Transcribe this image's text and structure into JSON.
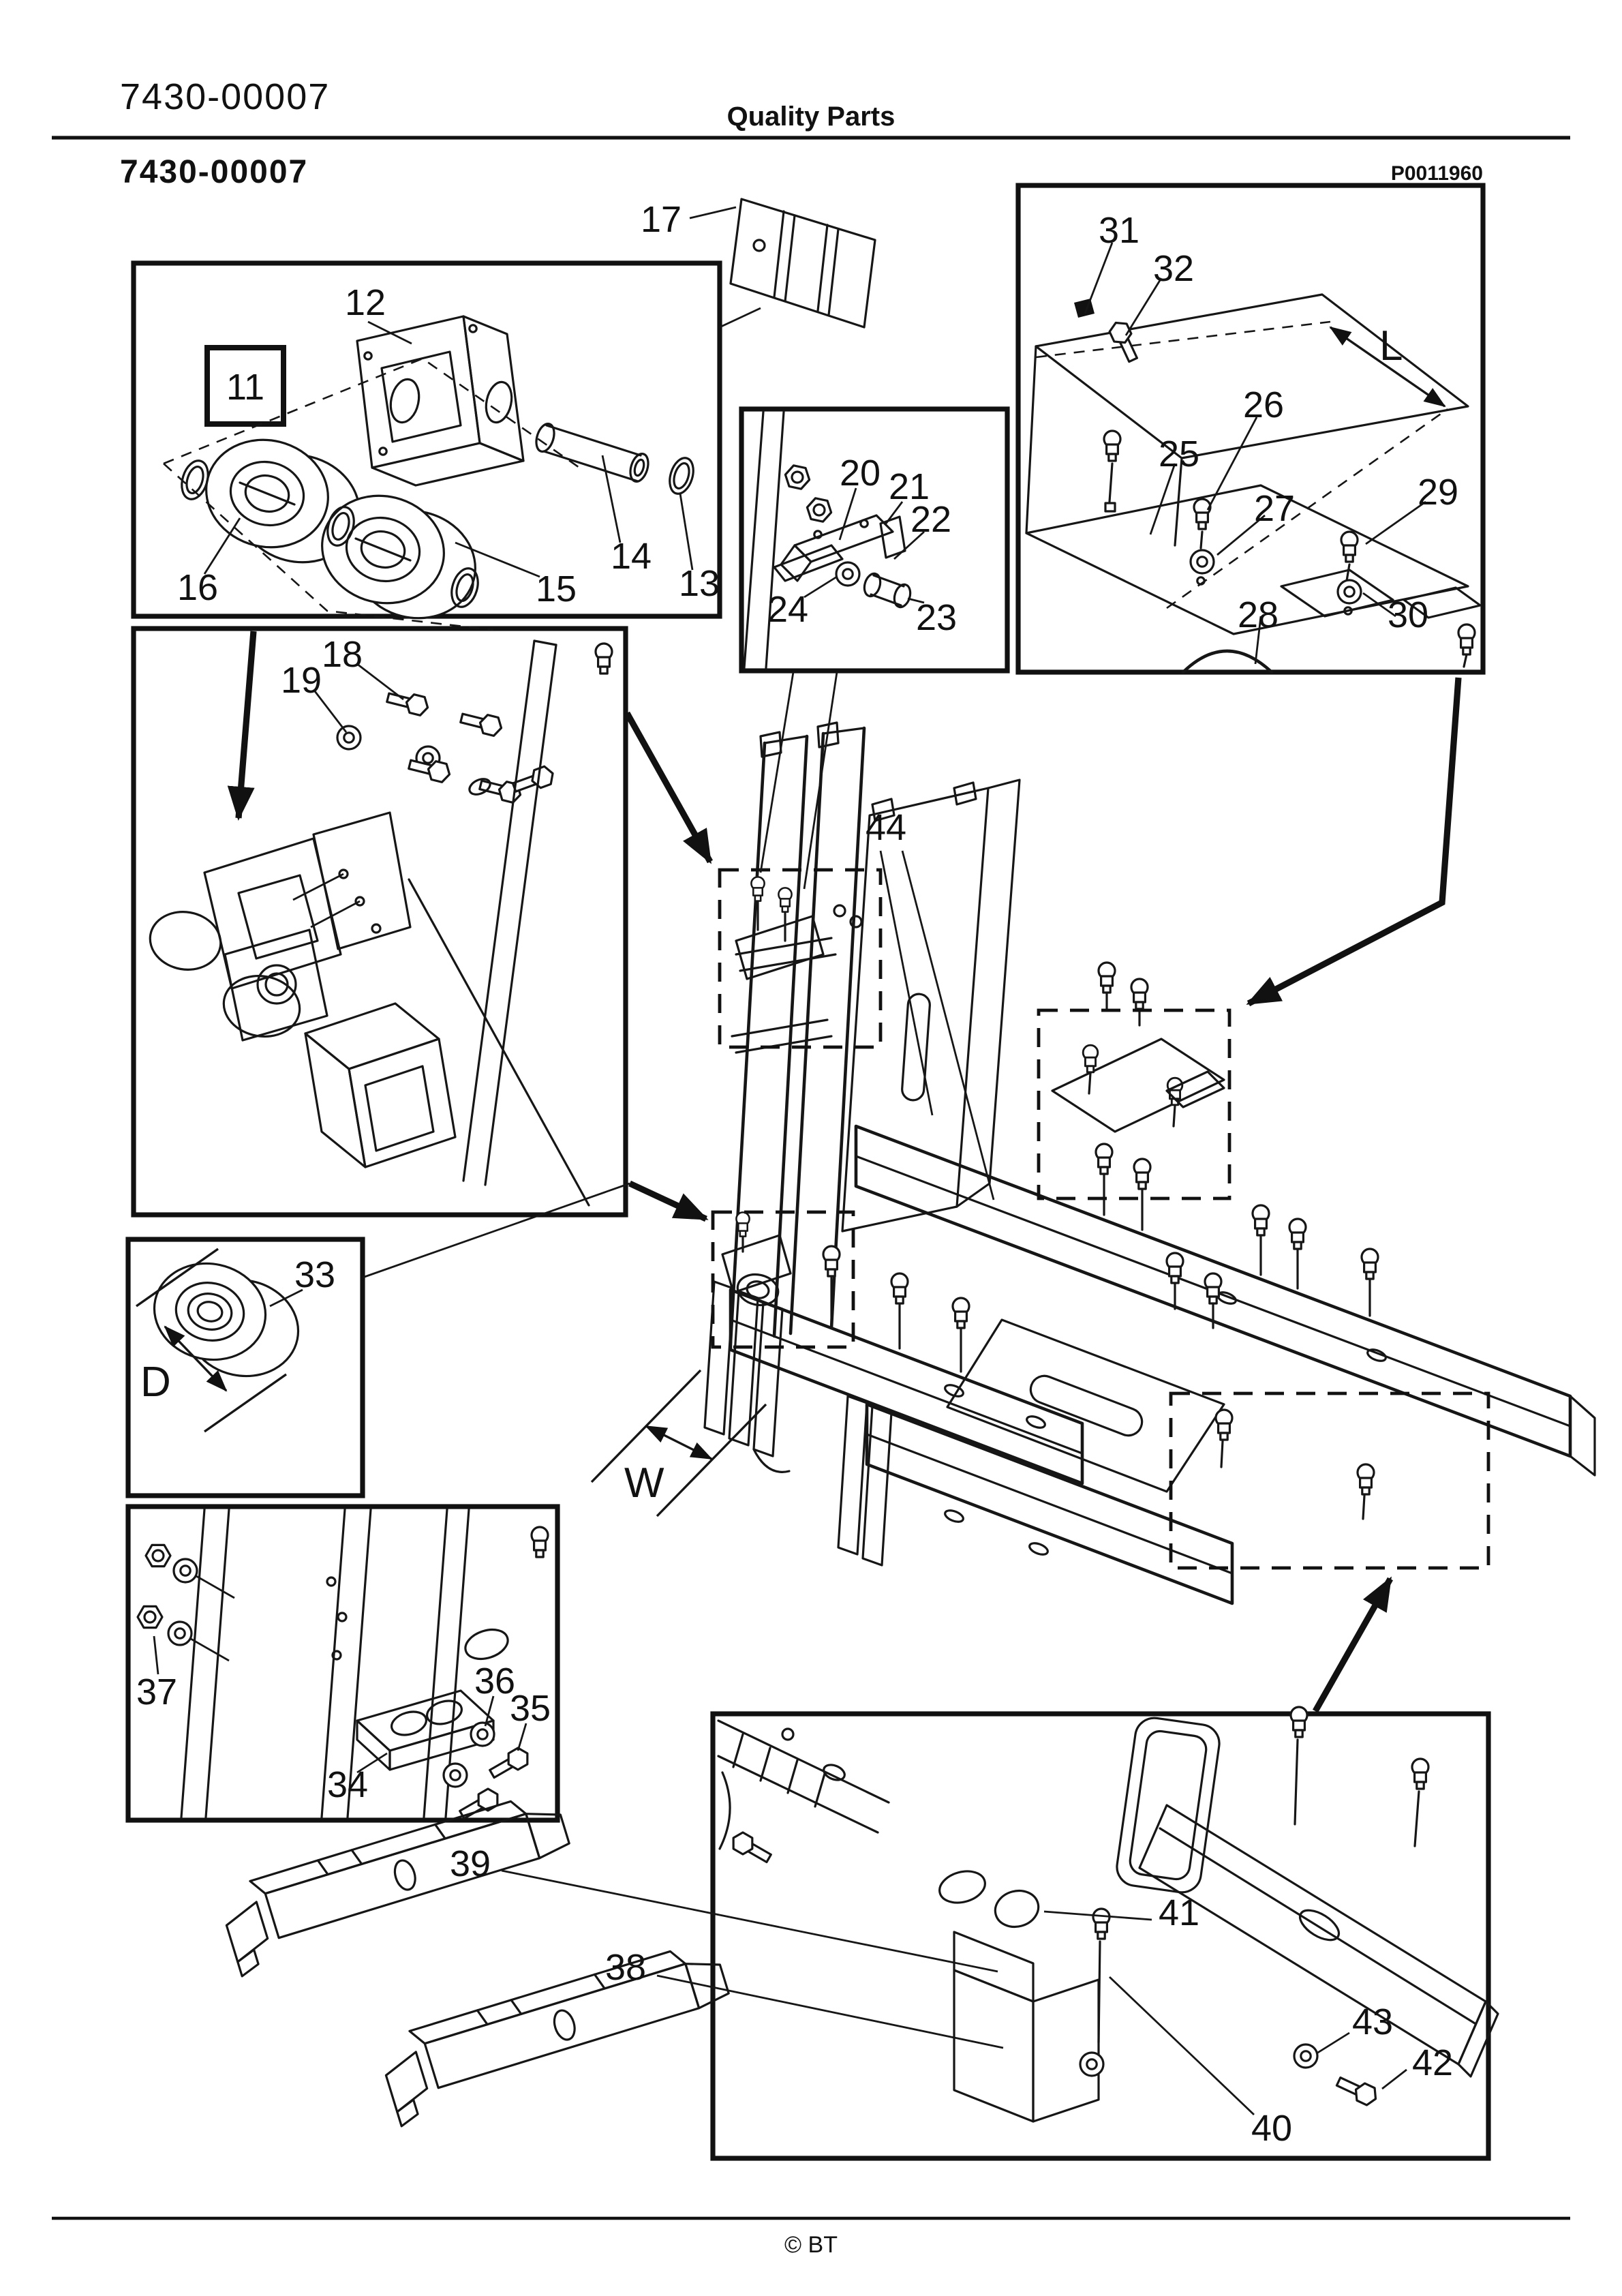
{
  "header": {
    "doc_number_top": "7430-00007",
    "title": "Quality Parts",
    "doc_number_section": "7430-00007",
    "figure_code": "P0011960"
  },
  "footer": {
    "copyright": "© BT"
  },
  "figure": {
    "callouts": {
      "c11": "11",
      "c12": "12",
      "c13": "13",
      "c14": "14",
      "c15": "15",
      "c16": "16",
      "c17": "17",
      "c18": "18",
      "c19": "19",
      "c20": "20",
      "c21": "21",
      "c22": "22",
      "c23": "23",
      "c24": "24",
      "c25": "25",
      "c26": "26",
      "c27": "27",
      "c28": "28",
      "c29": "29",
      "c30": "30",
      "c31": "31",
      "c32": "32",
      "c33": "33",
      "c34": "34",
      "c35": "35",
      "c36": "36",
      "c37": "37",
      "c38": "38",
      "c39": "39",
      "c40": "40",
      "c41": "41",
      "c42": "42",
      "c43": "43",
      "c44": "44"
    },
    "dimensions": {
      "length": "L",
      "width": "W",
      "diameter": "D"
    }
  }
}
